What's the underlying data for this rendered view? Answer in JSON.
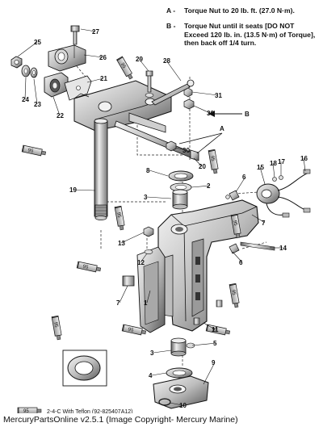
{
  "legend": [
    {
      "key": "A -",
      "lines": [
        "Torque Nut to 20 lb. ft. (27.0 N·m)."
      ]
    },
    {
      "key": "B -",
      "lines": [
        "Torque Nut until it seats [DO NOT",
        "Exceed 120 lb. in. (13.5 N·m) of Torque],",
        "then back off 1/4 turn."
      ]
    }
  ],
  "callouts": {
    "A": "A",
    "B": "B"
  },
  "part_numbers": [
    "27",
    "25",
    "26",
    "24",
    "23",
    "22",
    "21",
    "29",
    "28",
    "31",
    "30",
    "30",
    "20",
    "19",
    "8",
    "2",
    "3",
    "6",
    "15",
    "18",
    "17",
    "16",
    "7",
    "14",
    "13",
    "12",
    "6",
    "7",
    "1",
    "5",
    "11",
    "3",
    "4",
    "9",
    "10"
  ],
  "lubricant_tube": "95",
  "lubricant_note": "2-4-C  With Teflon (92-825407A12)",
  "footer": "MercuryPartsOnline v2.5.1 (Image Copyright- Mercury Marine)"
}
